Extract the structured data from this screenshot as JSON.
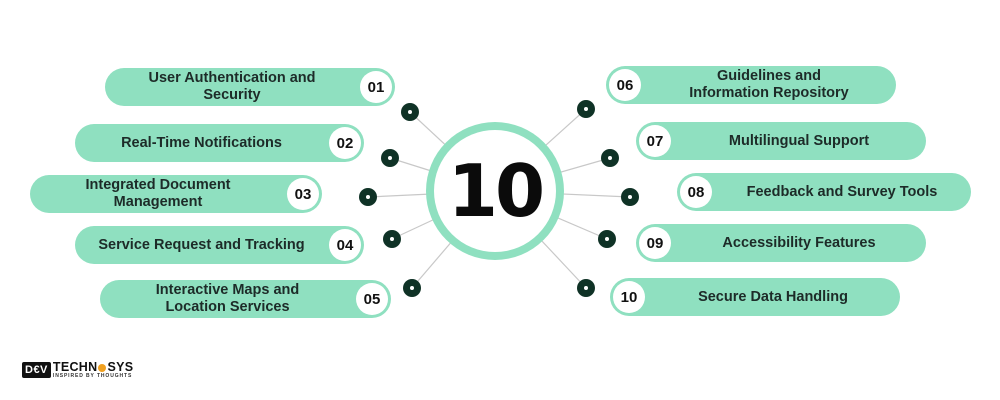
{
  "center": {
    "number": "10"
  },
  "features": {
    "left": [
      {
        "num": "01",
        "label": "User Authentication and\nSecurity"
      },
      {
        "num": "02",
        "label": "Real-Time Notifications"
      },
      {
        "num": "03",
        "label": "Integrated Document\nManagement"
      },
      {
        "num": "04",
        "label": "Service Request and Tracking"
      },
      {
        "num": "05",
        "label": "Interactive Maps and\nLocation Services"
      }
    ],
    "right": [
      {
        "num": "06",
        "label": "Guidelines and\nInformation Repository"
      },
      {
        "num": "07",
        "label": "Multilingual Support"
      },
      {
        "num": "08",
        "label": "Feedback and Survey Tools"
      },
      {
        "num": "09",
        "label": "Accessibility Features"
      },
      {
        "num": "10",
        "label": "Secure Data Handling"
      }
    ]
  },
  "logo": {
    "mark": "D€V",
    "name_left": "TECHN",
    "name_right": "SYS",
    "tagline": "INSPIRED BY THOUGHTS"
  },
  "colors": {
    "pill": "#8fe0c0",
    "dot": "#0f3226",
    "connector": "#c8c8c8"
  }
}
